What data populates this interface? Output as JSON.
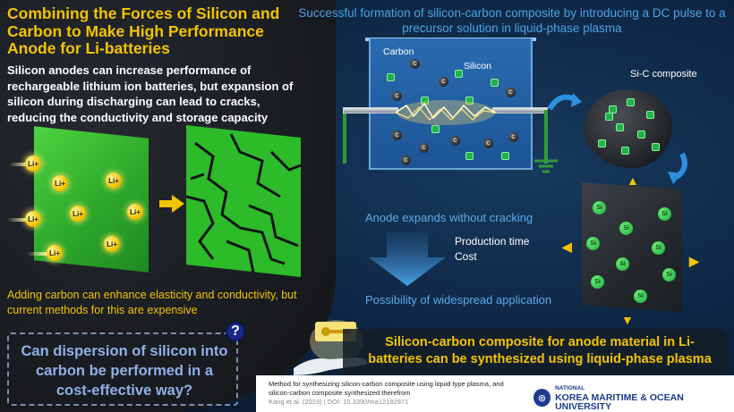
{
  "left": {
    "title": "Combining the Forces of Silicon and Carbon to Make High Performance Anode for Li-batteries",
    "intro": "Silicon anodes can increase performance of rechargeable lithium ion batteries, but expansion of silicon during discharging can lead to cracks, reducing the conductivity and storage capacity",
    "ion_label": "Li+",
    "carbon_note": "Adding carbon can enhance elasticity and conductivity, but current methods for this are expensive",
    "question": "Can dispersion of silicon into carbon be performed in a cost-effective way?",
    "question_badge": "?"
  },
  "right": {
    "heading": "Successful formation of silicon-carbon composite by introducing a DC pulse to a precursor solution in liquid-phase plasma",
    "carbon_label": "Carbon",
    "silicon_label": "Silicon",
    "particle_c": "C",
    "composite_label": "Si-C composite",
    "si_label": "Si",
    "expand_text": "Anode expands without cracking",
    "production_time": "Production time",
    "cost": "Cost",
    "possibility": "Possibility of widespread application",
    "synthesis": "Silicon-carbon composite for anode material in Li-batteries can be synthesized using liquid-phase plasma"
  },
  "footer": {
    "reference": "Method for synthesizing silicon-carbon composite using liquid type plasma, and silicon-carbon composite synthesized therefrom",
    "citation": "Kang et al. (2019)  |  DOI: 10.3390/ma12182871",
    "logo_small": "NATIONAL",
    "logo_big": "KOREA MARITIME & OCEAN UNIVERSITY"
  },
  "colors": {
    "accent_yellow": "#f2c400",
    "accent_blue": "#4aa3e8",
    "panel_green": "#2ea82a"
  }
}
